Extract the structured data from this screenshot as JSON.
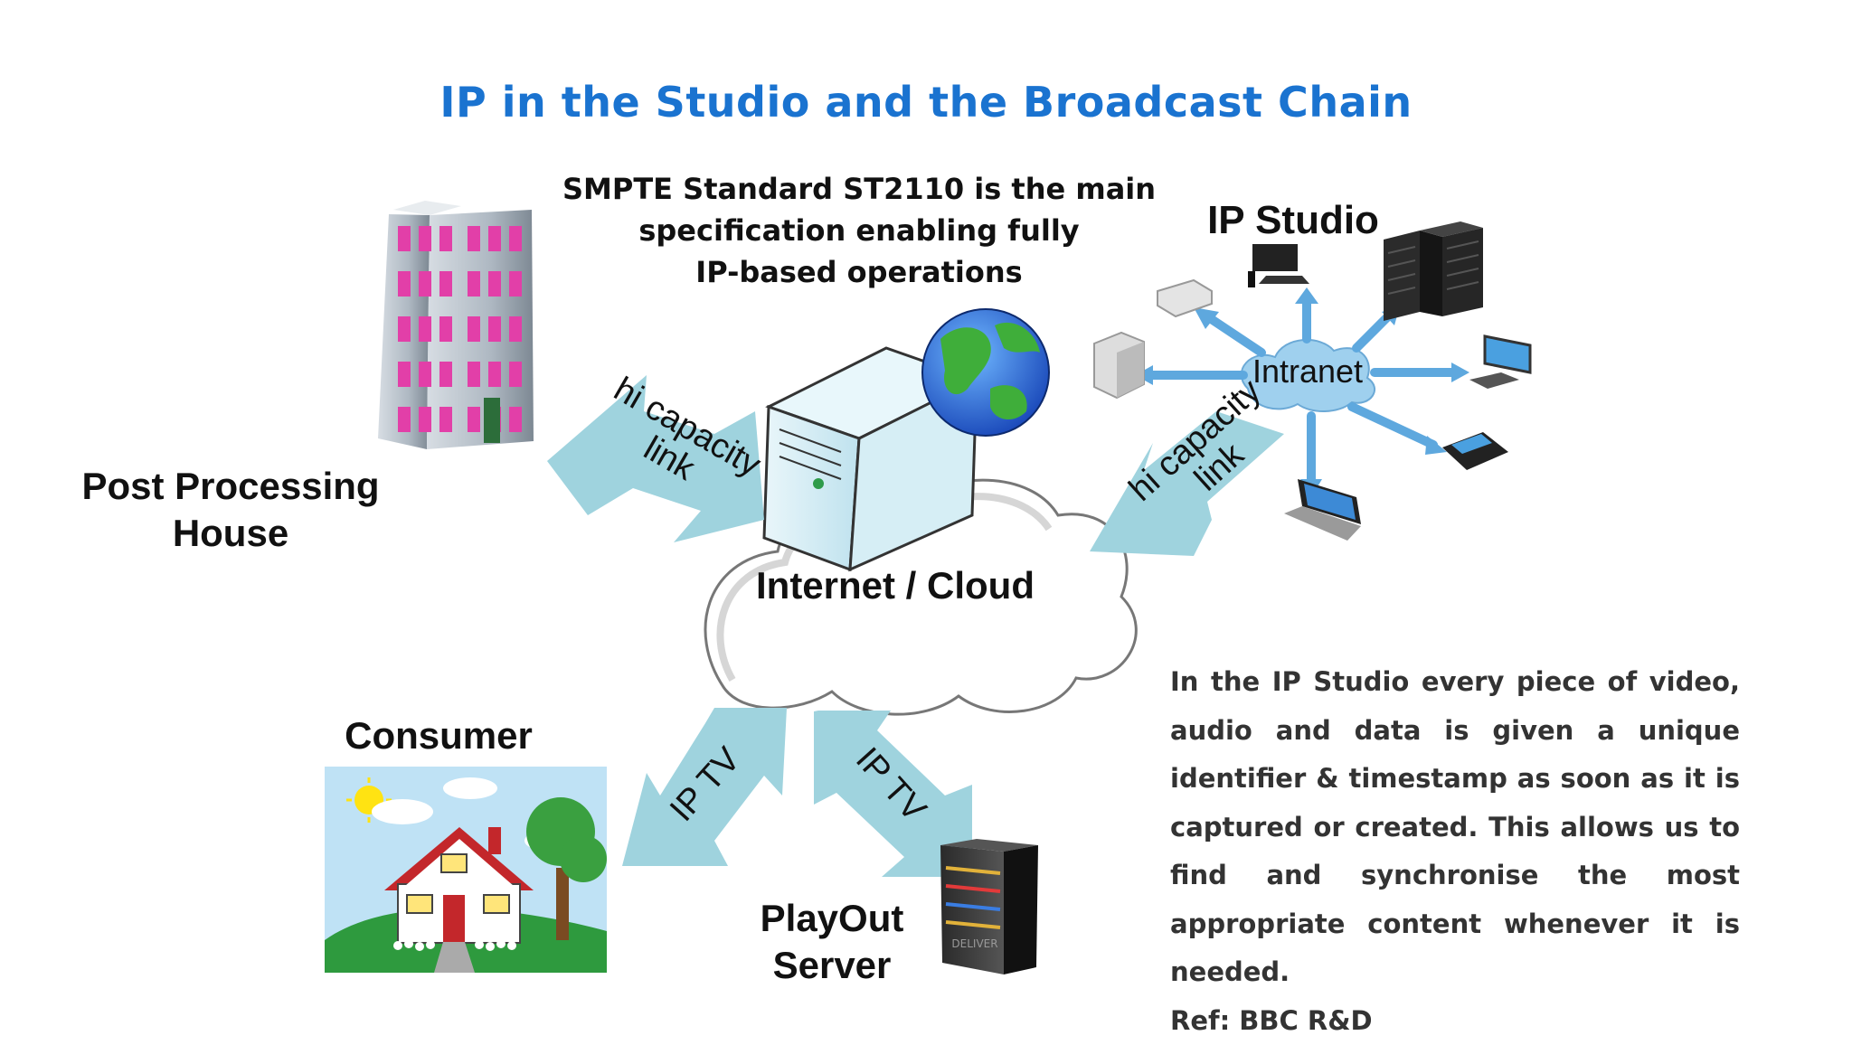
{
  "title": "IP in the Studio and the Broadcast Chain",
  "smpte_lines": [
    "SMPTE Standard ST2110 is the main",
    "specification enabling fully",
    "IP-based operations"
  ],
  "nodes": {
    "ip_studio": "IP Studio",
    "intranet": "Intranet",
    "post_processing": [
      "Post Processing",
      "House"
    ],
    "internet_cloud": "Internet / Cloud",
    "consumer": "Consumer",
    "playout": [
      "PlayOut",
      "Server"
    ]
  },
  "arrow_labels": {
    "left_link": [
      "hi capacity",
      "link"
    ],
    "right_link": [
      "hi capacity",
      "link"
    ],
    "iptv_left": "IP TV",
    "iptv_right": "IP TV"
  },
  "server_brand": "DELIVER",
  "info_text": "In the IP Studio every piece of video, audio and data is given a unique identifier & timestamp as soon as it is captured or created. This allows us to find and synchronise the most appropriate content whenever it is needed.",
  "ref": "Ref: BBC R&D",
  "colors": {
    "title": "#1a73d0",
    "arrow": "#9fd3de",
    "intranet_arrow": "#5ea8de"
  }
}
